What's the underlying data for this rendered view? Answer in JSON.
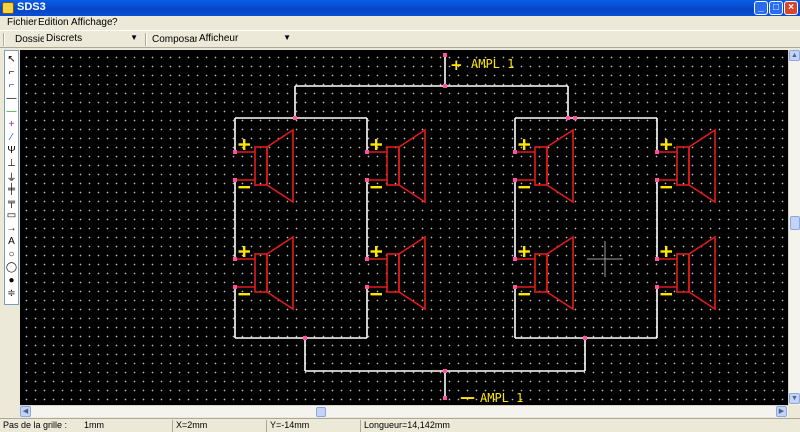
{
  "window": {
    "title": "SDS3"
  },
  "titlebar_buttons": {
    "minimize": "_",
    "maximize": "□",
    "close": "×"
  },
  "menu": [
    "Fichier",
    "Edition",
    "Affichage",
    "?"
  ],
  "toolbar": {
    "dossier_label": "Dossier :",
    "dossier_value": "Discrets",
    "composants_label": "Composants :",
    "composants_value": "Afficheur"
  },
  "palette_tools": [
    "pointer",
    "wire-step",
    "wire-step-bold",
    "line",
    "line-green",
    "cross",
    "diagonal",
    "antenna",
    "ground-t",
    "ground",
    "capacitor-ground",
    "battery",
    "label-box",
    "arrow-right",
    "text-A",
    "ellipse",
    "circle-large",
    "filled-circle",
    "terminal-stack"
  ],
  "palette_glyphs": [
    "↖",
    "⌐",
    "⌐",
    "—",
    "—",
    "+",
    "⁄",
    "Ψ",
    "⊥",
    "⏚",
    "╪",
    "╤",
    "▭",
    "→",
    "A",
    "○",
    "◯",
    "●",
    "≑"
  ],
  "schematic": {
    "ampl_plus_sign": "+",
    "ampl_plus": "AMPL 1",
    "ampl_minus_sign": "—",
    "ampl_minus": "AMPL 1",
    "plus_sign": "+",
    "minus_sign": "—"
  },
  "status": {
    "grid_label": "Pas de la grille :",
    "grid_value": "1mm",
    "x": "X=2mm",
    "y": "Y=-14mm",
    "length": "Longueur=14,142mm"
  },
  "colors": {
    "wire": "#ffffff",
    "speaker": "#e21b1b",
    "node": "#ff4fa0",
    "text": "#ffe600",
    "canvas": "#000000",
    "grid_dot": "#bdbdbd"
  },
  "scroll_arrows": {
    "up": "▲",
    "down": "▼",
    "left": "◀",
    "right": "▶"
  }
}
